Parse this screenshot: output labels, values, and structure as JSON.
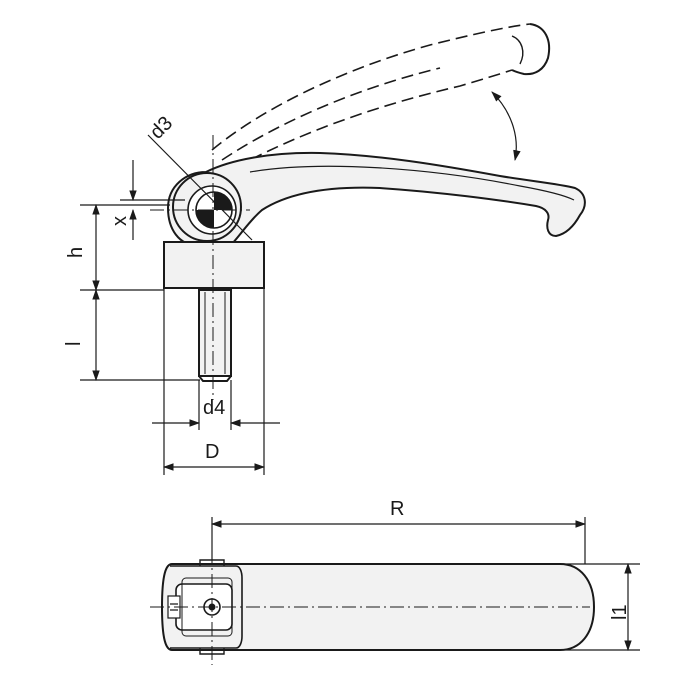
{
  "labels": {
    "d3": "d3",
    "x": "x",
    "h": "h",
    "l": "l",
    "d4": "d4",
    "D": "D",
    "R": "R",
    "l1": "l1"
  }
}
